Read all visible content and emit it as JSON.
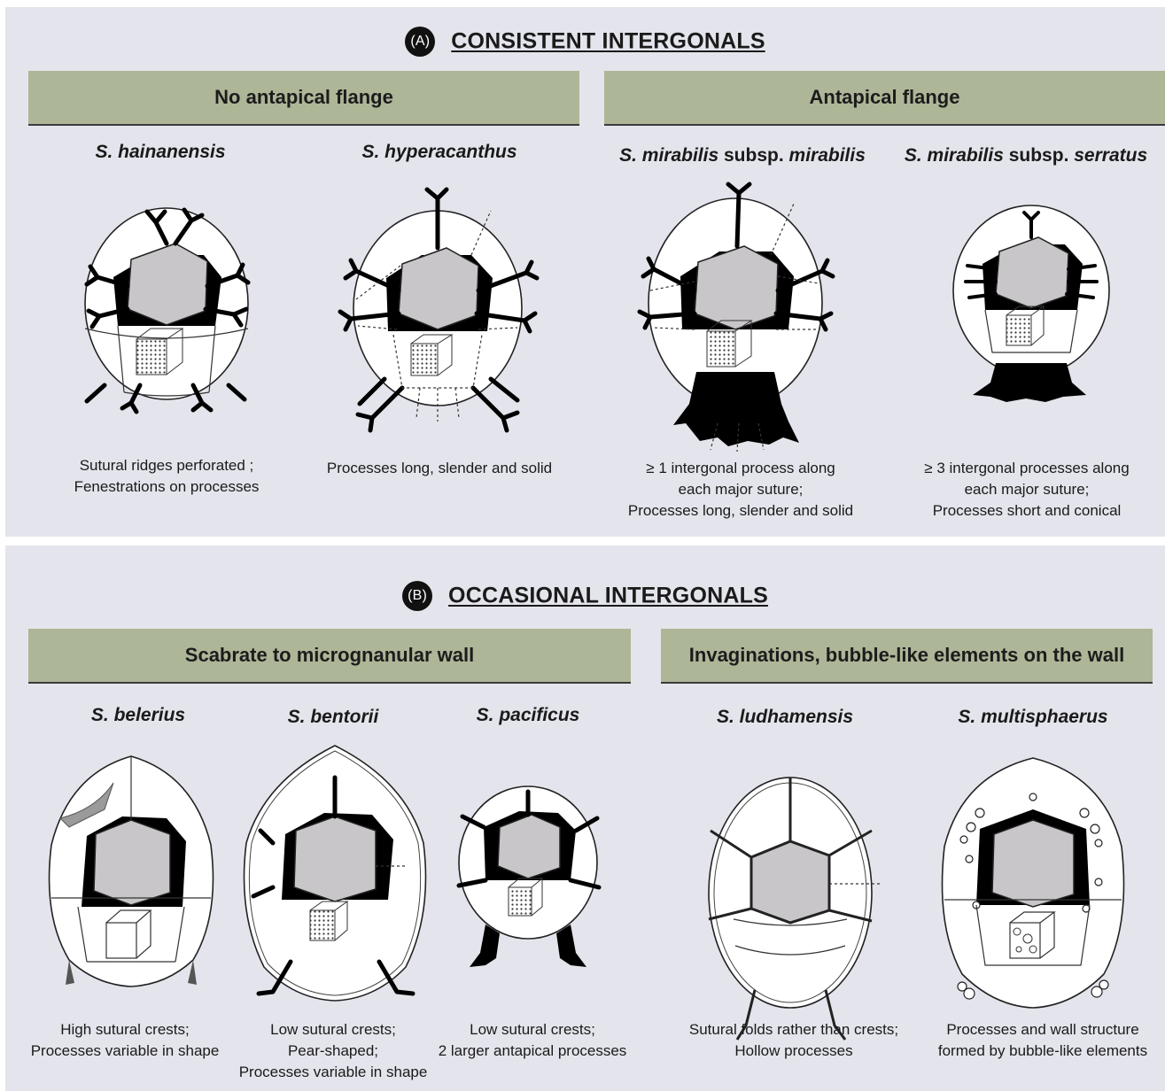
{
  "panel_a": {
    "badge": "(A)",
    "title": "CONSISTENT INTERGONALS",
    "groups": [
      {
        "label": "No antapical flange"
      },
      {
        "label": "Antapical flange"
      }
    ],
    "species": [
      {
        "name": "S. hainanensis",
        "caption": [
          "Sutural ridges perforated ;",
          "Fenestrations on processes"
        ]
      },
      {
        "name": "S. hyperacanthus",
        "caption": [
          "Processes long, slender and solid"
        ]
      },
      {
        "name_parts": [
          "S. mirabilis",
          " subsp",
          ". ",
          "mirabilis"
        ],
        "caption": [
          "≥ 1 intergonal process along",
          "each major suture;",
          "Processes long, slender and solid"
        ]
      },
      {
        "name_parts": [
          "S. mirabilis",
          " subsp",
          ". ",
          "serratus"
        ],
        "caption": [
          "≥ 3 intergonal processes along",
          "each major suture;",
          "Processes short and conical"
        ]
      }
    ]
  },
  "panel_b": {
    "badge": "(B)",
    "title": "OCCASIONAL INTERGONALS",
    "groups": [
      {
        "label": "Scabrate to micrognanular wall"
      },
      {
        "label": "Invaginations, bubble-like elements on the wall"
      }
    ],
    "species": [
      {
        "name": "S. belerius",
        "caption": [
          "High sutural crests;",
          "Processes variable in shape"
        ]
      },
      {
        "name": "S. bentorii",
        "caption": [
          "Low sutural crests;",
          "Pear-shaped;",
          "Processes variable in shape"
        ]
      },
      {
        "name": "S. pacificus",
        "caption": [
          "Low sutural crests;",
          "2 larger antapical processes"
        ]
      },
      {
        "name": "S. ludhamensis",
        "caption": [
          "Sutural folds rather than crests;",
          "Hollow processes"
        ]
      },
      {
        "name": "S. multisphaerus",
        "caption": [
          "Processes and wall structure",
          "formed by bubble-like elements"
        ]
      }
    ]
  },
  "colors": {
    "panel_bg": "#e4e5ec",
    "band": "#adb697",
    "plate": "#c8c6c8",
    "process": "#111111"
  }
}
